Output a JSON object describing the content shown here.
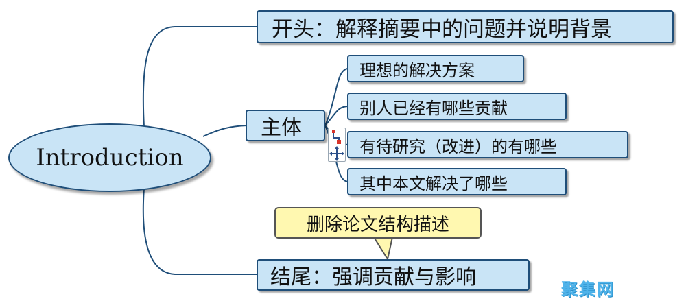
{
  "root": {
    "label": "Introduction"
  },
  "branches": {
    "opening": "开头：解释摘要中的问题并说明背景",
    "body": "主体",
    "ending": "结尾：强调贡献与影响"
  },
  "sub_items": [
    "理想的解决方案",
    "别人已经有哪些贡献",
    "有待研究（改进）的有哪些",
    "其中本文解决了哪些"
  ],
  "callout": "删除论文结构描述",
  "watermark": "聚集网",
  "colors": {
    "node_fill": "#c9e4f6",
    "node_border": "#1f4e79",
    "connector": "#1f4e79",
    "callout_fill": "#fff8b0",
    "watermark": "#4fb3ea"
  },
  "icons": [
    "move-icon",
    "connector-handle-icon"
  ]
}
